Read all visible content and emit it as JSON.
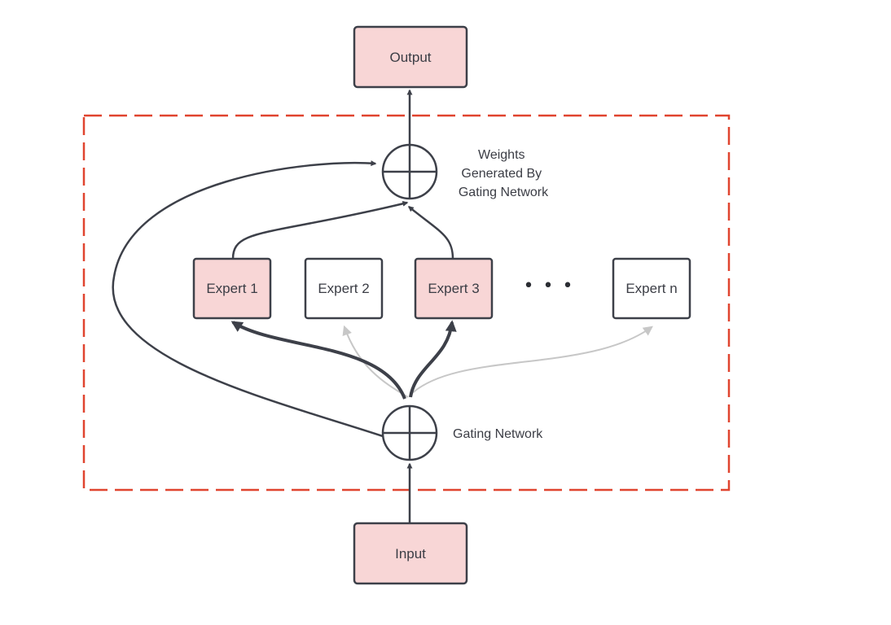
{
  "diagram": {
    "output": {
      "label": "Output"
    },
    "input": {
      "label": "Input"
    },
    "experts": [
      {
        "label": "Expert 1",
        "active": true
      },
      {
        "label": "Expert 2",
        "active": false
      },
      {
        "label": "Expert 3",
        "active": true
      },
      {
        "label": "Expert n",
        "active": false
      }
    ],
    "ellipsis": "• • •",
    "weights_label": [
      "Weights",
      "Generated By",
      "Gating Network"
    ],
    "gating_label": "Gating Network",
    "colors": {
      "active_fill": "#f8d6d6",
      "inactive_fill": "#ffffff",
      "stroke": "#3d4049",
      "inactive_arrow": "#c7c7c7",
      "dashed_border": "#e0442f"
    }
  }
}
